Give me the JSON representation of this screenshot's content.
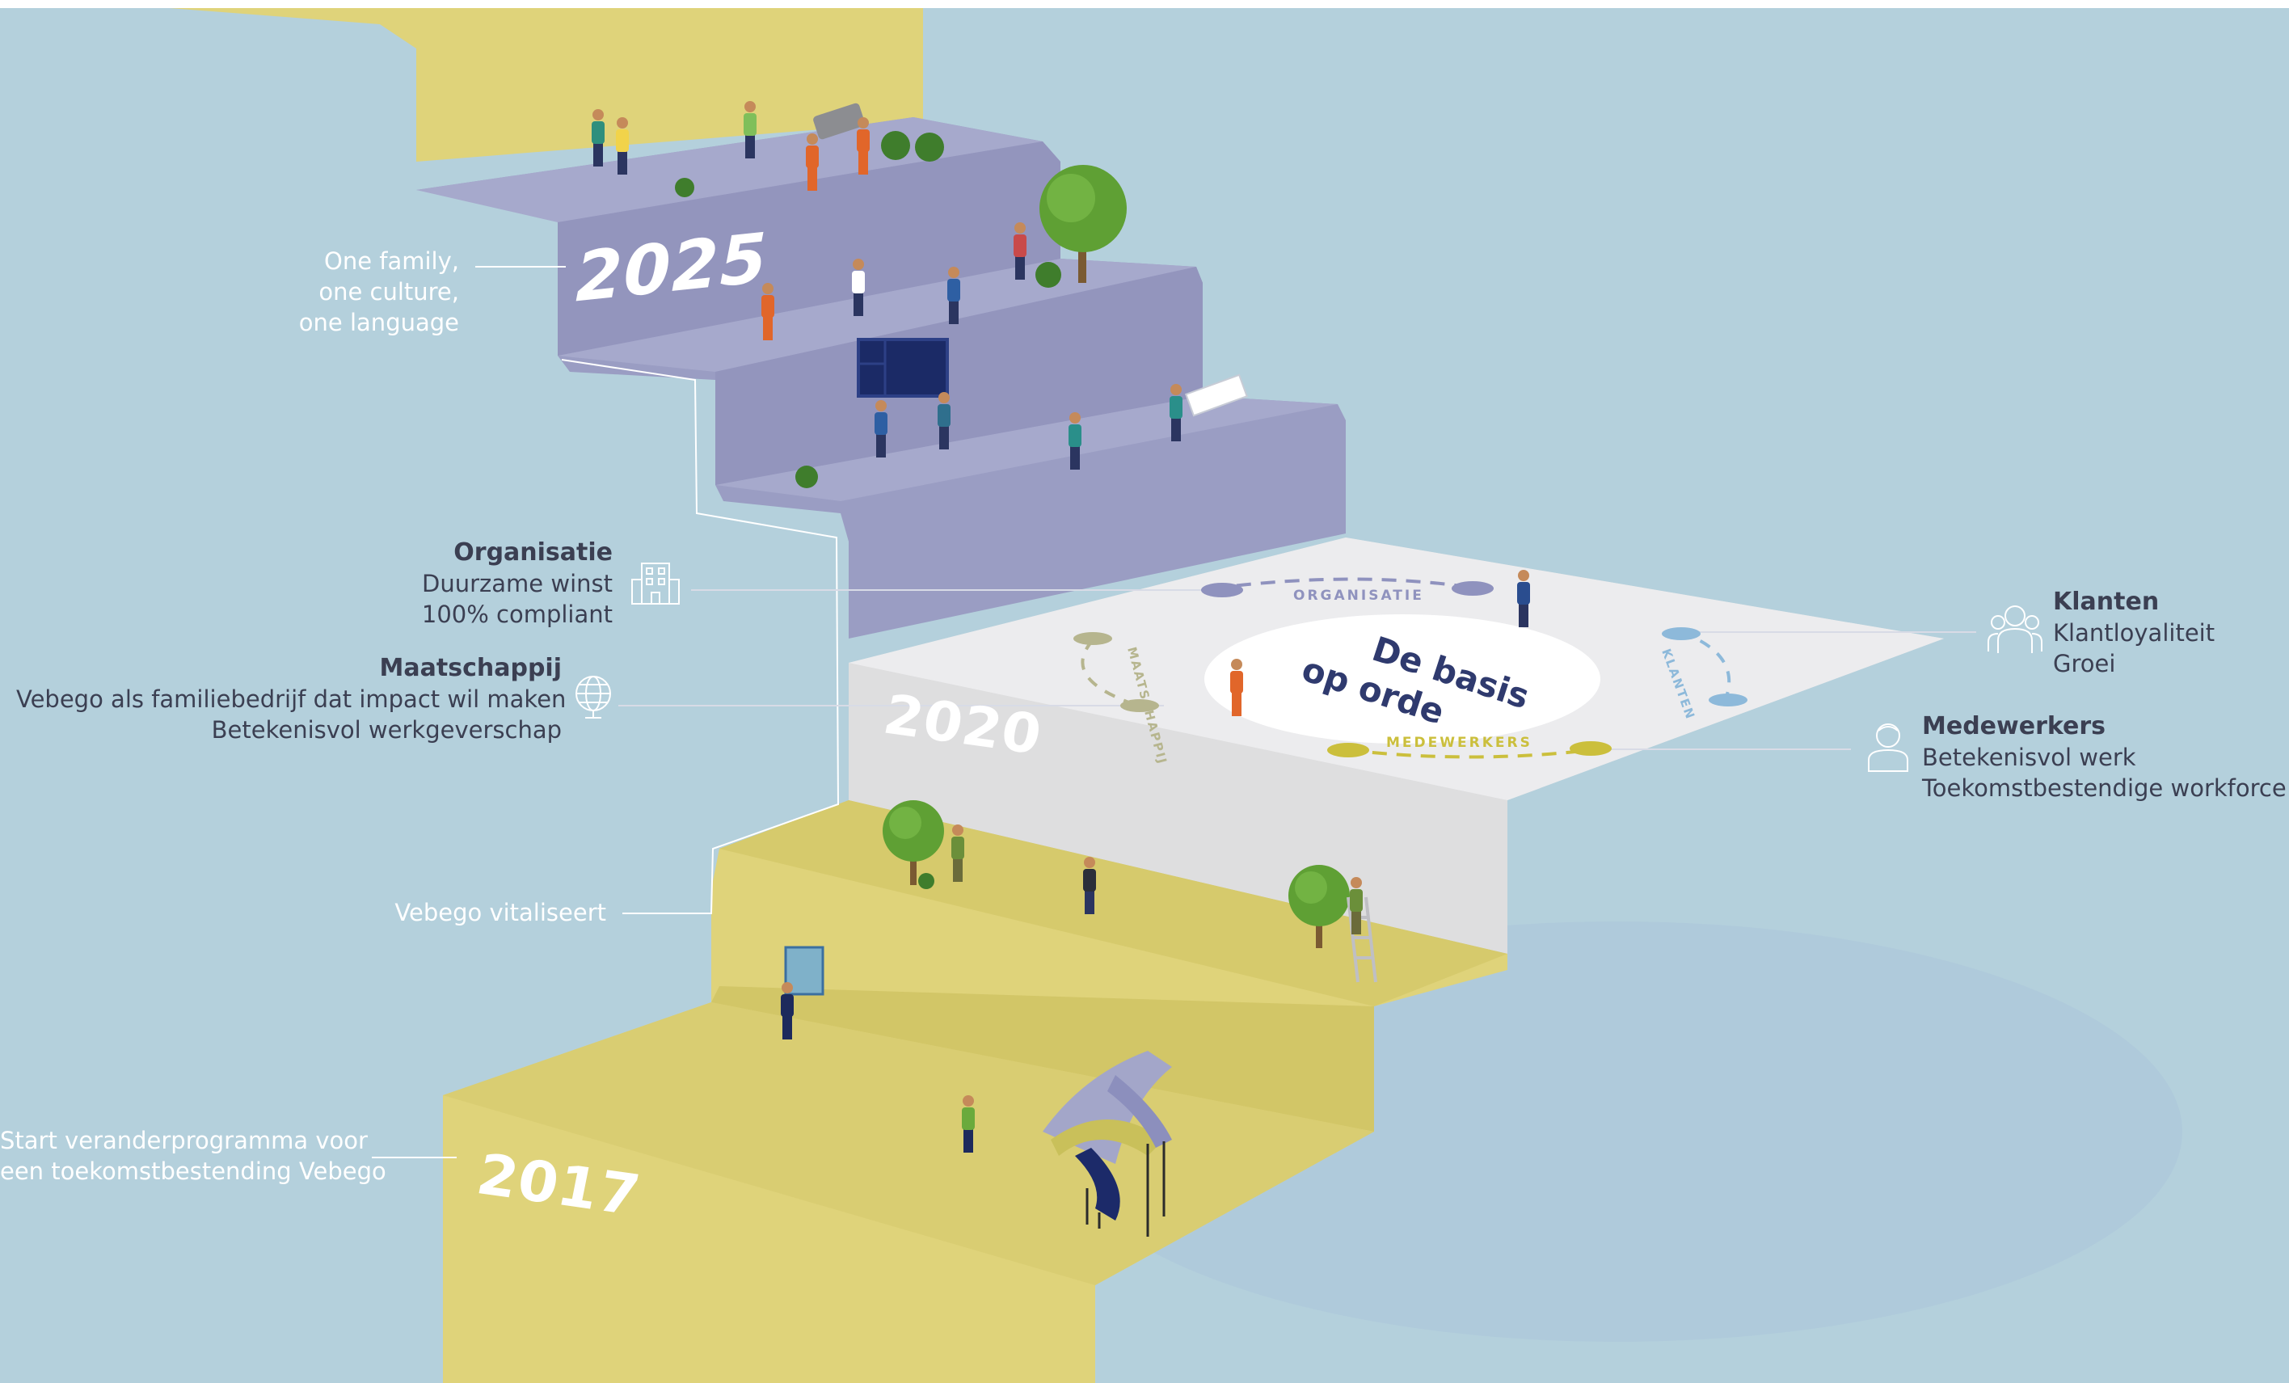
{
  "labels": {
    "family": [
      "One family,",
      "one culture,",
      "one language"
    ],
    "vitaliseert": "Vebego vitaliseert",
    "start": [
      "Start veranderprogramma voor",
      "een toekomstbestending Vebego"
    ]
  },
  "years": {
    "y2025": "2025",
    "y2020": "2020",
    "y2017": "2017"
  },
  "pillars": {
    "organisatie": {
      "title": "Organisatie",
      "lines": [
        "Duurzame winst",
        "100% compliant"
      ],
      "icon": "office-building-icon"
    },
    "maatschappij": {
      "title": "Maatschappij",
      "lines": [
        "Vebego als familiebedrijf dat impact wil maken",
        "Betekenisvol werkgeverschap"
      ],
      "icon": "globe-icon"
    },
    "klanten": {
      "title": "Klanten",
      "lines": [
        "Klantloyaliteit",
        "Groei"
      ],
      "icon": "customers-group-icon"
    },
    "medewerkers": {
      "title": "Medewerkers",
      "lines": [
        "Betekenisvol werk",
        "Toekomstbestendige workforce"
      ],
      "icon": "employee-icon"
    }
  },
  "platform": {
    "center_line1": "De basis",
    "center_line2": "op orde",
    "ring_organisatie": "ORGANISATIE",
    "ring_maatschappij": "MAATSCHAPPIJ",
    "ring_klanten": "KLANTEN",
    "ring_medewerkers": "MEDEWERKERS"
  },
  "colors": {
    "background": "#b4d0dc",
    "yellow_stairs": "#dfd37a",
    "purple_stairs": "#9a9dc3",
    "platform": "#ececee",
    "text_dark": "#3b3f52",
    "text_light": "#ffffff"
  }
}
